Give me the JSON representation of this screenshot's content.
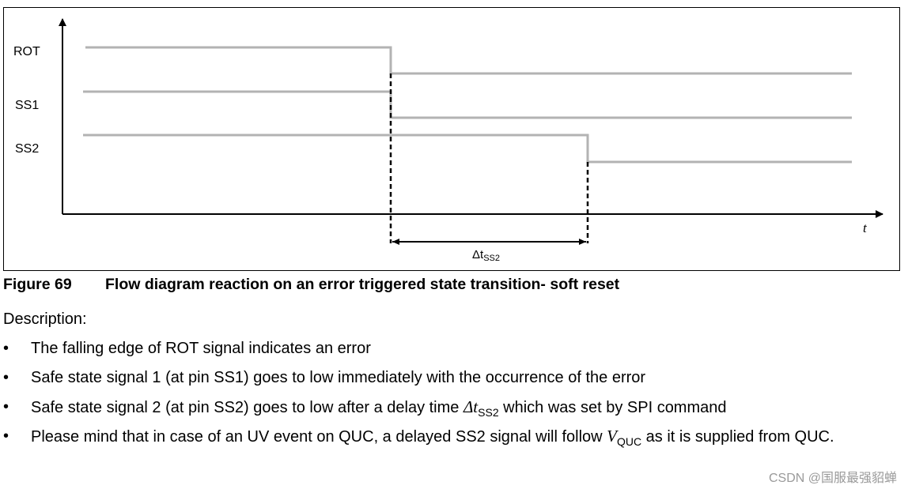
{
  "diagram": {
    "signals": [
      {
        "label": "ROT"
      },
      {
        "label": "SS1"
      },
      {
        "label": "SS2"
      }
    ],
    "time_axis_label": "t",
    "delay_label": "Δt",
    "delay_label_sub": "SS2",
    "colors": {
      "signal_line": "#b3b3b3",
      "axis": "#000000"
    }
  },
  "figure": {
    "number": "Figure 69",
    "caption": "Flow diagram reaction on an error triggered state transition- soft reset"
  },
  "description": {
    "title": "Description:",
    "bullet_glyph": "•",
    "bullets": [
      {
        "text": "The falling edge of ROT signal indicates an error"
      },
      {
        "text": "Safe state signal 1 (at pin SS1) goes to low immediately with the occurrence of the error"
      },
      {
        "pre": "Safe state signal 2 (at pin SS2) goes to low after a delay time ",
        "math": "Δt",
        "math_sub": "SS2",
        "post": " which was set by SPI command"
      },
      {
        "pre": "Please mind that in case of an UV event on QUC, a delayed SS2 signal will follow ",
        "math": "V",
        "math_sub": "QUC",
        "post": " as it is supplied from QUC."
      }
    ]
  },
  "watermark": "CSDN @国服最强貂蝉"
}
